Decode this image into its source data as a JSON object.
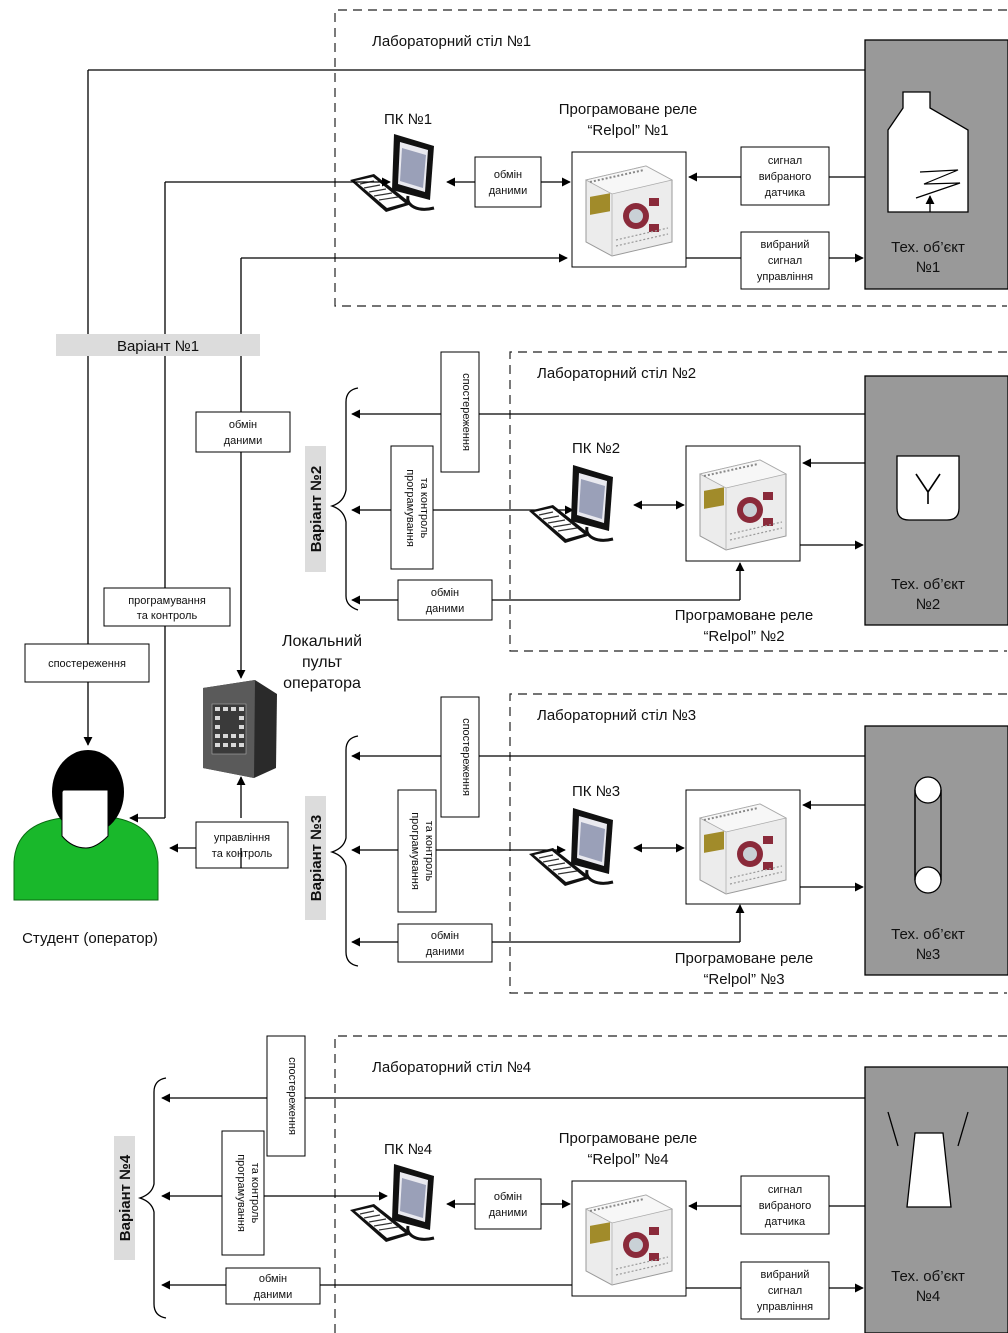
{
  "tables": {
    "t1": "Лабораторний стіл №1",
    "t2": "Лабораторний стіл №2",
    "t3": "Лабораторний стіл №3",
    "t4": "Лабораторний стіл №4"
  },
  "pcs": {
    "pc1": "ПК №1",
    "pc2": "ПК №2",
    "pc3": "ПК №3",
    "pc4": "ПК №4"
  },
  "relays": {
    "r1": [
      "Програмоване реле",
      "“Relpol” №1"
    ],
    "r2": [
      "Програмоване реле",
      "“Relpol” №2"
    ],
    "r3": [
      "Програмоване реле",
      "“Relpol” №3"
    ],
    "r4": [
      "Програмоване реле",
      "“Relpol” №4"
    ]
  },
  "objects": {
    "o1": [
      "Тех. об’єкт",
      "№1"
    ],
    "o2": [
      "Тех. об’єкт",
      "№2"
    ],
    "o3": [
      "Тех. об’єкт",
      "№3"
    ],
    "o4": [
      "Тех. об’єкт",
      "№4"
    ]
  },
  "variants": {
    "v1": "Варіант №1",
    "v2": "Варіант №2",
    "v3": "Варіант №3",
    "v4": "Варіант №4"
  },
  "labels": {
    "exchange": [
      "обмін",
      "даними"
    ],
    "sensor_signal": [
      "сигнал",
      "вибраного",
      "датчика"
    ],
    "control_signal": [
      "вибраний",
      "сигнал",
      "управління"
    ],
    "observation": "спостереження",
    "programming": [
      "програмування",
      "та контроль"
    ],
    "control": [
      "управління",
      "та контроль"
    ]
  },
  "console": [
    "Локальний",
    "пульт",
    "оператора"
  ],
  "student": "Студент (оператор)"
}
